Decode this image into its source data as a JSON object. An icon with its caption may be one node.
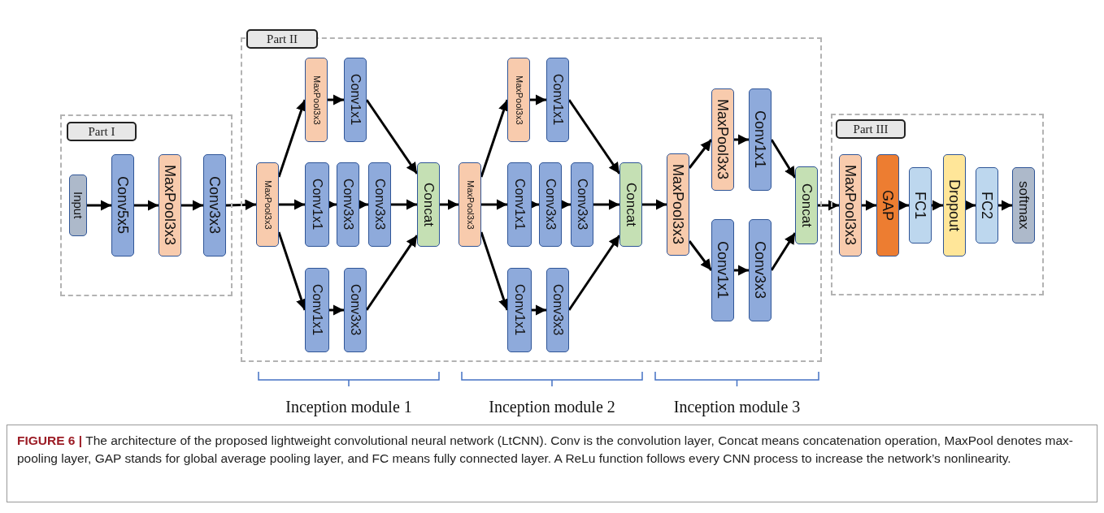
{
  "diagram": {
    "caption": "**FIGURE 6 |** The architecture of the proposed lightweight convolutional neural network (LtCNN). Conv is the convolution layer, Concat means concatenation operation, MaxPool denotes max-pooling layer, GAP stands for global average pooling layer, and FC means fully connected layer. A ReLu function follows every CNN process to increase the network’s nonlinearity.",
    "nodes": [
      {
        "text": [
          "Part I"
        ]
      },
      {
        "text": [
          "Input"
        ],
        "in": 0
      },
      {
        "text": [
          "Conv5x5"
        ],
        "in": 0
      },
      {
        "text": [
          "MaxPool3x3"
        ],
        "in": 0
      },
      {
        "text": [
          "Conv3x3"
        ],
        "in": 0
      },
      {
        "text": [
          "Part II"
        ]
      },
      {
        "text": [
          "MaxPool3x3"
        ],
        "in": 5
      },
      {
        "text": [
          "MaxPool3x3"
        ],
        "in": 5
      },
      {
        "text": [
          "Conv1x1"
        ],
        "in": 5
      },
      {
        "text": [
          "Conv1x1"
        ],
        "in": 5
      },
      {
        "text": [
          "Conv3x3"
        ],
        "in": 5
      },
      {
        "text": [
          "Conv3x3"
        ],
        "in": 5
      },
      {
        "text": [
          "Conv1x1"
        ],
        "in": 5
      },
      {
        "text": [
          "Conv3x3"
        ],
        "in": 5
      },
      {
        "text": [
          "Concat"
        ],
        "in": 5
      },
      {
        "text": [
          "MaxPool3x3"
        ],
        "in": 5
      },
      {
        "text": [
          "MaxPool3x3"
        ],
        "in": 5
      },
      {
        "text": [
          "Conv1x1"
        ],
        "in": 5
      },
      {
        "text": [
          "Conv1x1"
        ],
        "in": 5
      },
      {
        "text": [
          "Conv3x3"
        ],
        "in": 5
      },
      {
        "text": [
          "Conv3x3"
        ],
        "in": 5
      },
      {
        "text": [
          "Conv1x1"
        ],
        "in": 5
      },
      {
        "text": [
          "Conv3x3"
        ],
        "in": 5
      },
      {
        "text": [
          "Concat"
        ],
        "in": 5
      },
      {
        "text": [
          "MaxPool3x3"
        ],
        "in": 5
      },
      {
        "text": [
          "MaxPool3x3"
        ],
        "in": 5
      },
      {
        "text": [
          "Conv1x1"
        ],
        "in": 5
      },
      {
        "text": [
          "Conv1x1"
        ],
        "in": 5
      },
      {
        "text": [
          "Conv3x3"
        ],
        "in": 5
      },
      {
        "text": [
          "Concat"
        ],
        "in": 5
      },
      {
        "text": [
          "Part III"
        ]
      },
      {
        "text": [
          "MaxPool3x3"
        ],
        "in": 30
      },
      {
        "text": [
          "GAP"
        ],
        "in": 30
      },
      {
        "text": [
          "FC1"
        ],
        "in": 30
      },
      {
        "text": [
          "Dropout"
        ],
        "in": 30
      },
      {
        "text": [
          "FC2"
        ],
        "in": 30
      },
      {
        "text": [
          "softmax"
        ],
        "in": 30
      }
    ],
    "edges": [
      {
        "from": 1,
        "to": 2,
        "arrow": "to"
      },
      {
        "from": 2,
        "to": 3,
        "arrow": "to"
      },
      {
        "from": 3,
        "to": 4,
        "arrow": "to"
      },
      {
        "from": 4,
        "to": 6,
        "arrow": "to"
      },
      {
        "from": 6,
        "to": 7,
        "arrow": "to"
      },
      {
        "from": 6,
        "to": 9,
        "arrow": "to"
      },
      {
        "from": 6,
        "to": 12,
        "arrow": "to"
      },
      {
        "from": 7,
        "to": 8,
        "arrow": "to"
      },
      {
        "from": 9,
        "to": 10,
        "arrow": "to"
      },
      {
        "from": 10,
        "to": 11,
        "arrow": "to"
      },
      {
        "from": 12,
        "to": 13,
        "arrow": "to"
      },
      {
        "from": 8,
        "to": 14,
        "arrow": "to"
      },
      {
        "from": 11,
        "to": 14,
        "arrow": "to"
      },
      {
        "from": 13,
        "to": 14,
        "arrow": "to"
      },
      {
        "from": 14,
        "to": 15,
        "arrow": "to"
      },
      {
        "from": 15,
        "to": 16,
        "arrow": "to"
      },
      {
        "from": 15,
        "to": 18,
        "arrow": "to"
      },
      {
        "from": 15,
        "to": 21,
        "arrow": "to"
      },
      {
        "from": 16,
        "to": 17,
        "arrow": "to"
      },
      {
        "from": 18,
        "to": 19,
        "arrow": "to"
      },
      {
        "from": 19,
        "to": 20,
        "arrow": "to"
      },
      {
        "from": 21,
        "to": 22,
        "arrow": "to"
      },
      {
        "from": 17,
        "to": 23,
        "arrow": "to"
      },
      {
        "from": 20,
        "to": 23,
        "arrow": "to"
      },
      {
        "from": 22,
        "to": 23,
        "arrow": "to"
      },
      {
        "from": 23,
        "to": 24,
        "arrow": "to"
      },
      {
        "from": 24,
        "to": 25,
        "arrow": "to"
      },
      {
        "from": 24,
        "to": 27,
        "arrow": "to"
      },
      {
        "from": 25,
        "to": 26,
        "arrow": "to"
      },
      {
        "from": 27,
        "to": 28,
        "arrow": "to"
      },
      {
        "from": 26,
        "to": 29,
        "arrow": "to"
      },
      {
        "from": 28,
        "to": 29,
        "arrow": "to"
      },
      {
        "from": 29,
        "to": 31,
        "arrow": "to"
      },
      {
        "from": 31,
        "to": 32,
        "arrow": "to"
      },
      {
        "from": 32,
        "to": 33,
        "arrow": "to"
      },
      {
        "from": 33,
        "to": 34,
        "arrow": "to"
      },
      {
        "from": 34,
        "to": 35,
        "arrow": "to"
      },
      {
        "from": 35,
        "to": 36,
        "arrow": "to"
      }
    ],
    "labels": [
      "Inception module 1",
      "Inception module 2",
      "Inception module 3"
    ]
  }
}
